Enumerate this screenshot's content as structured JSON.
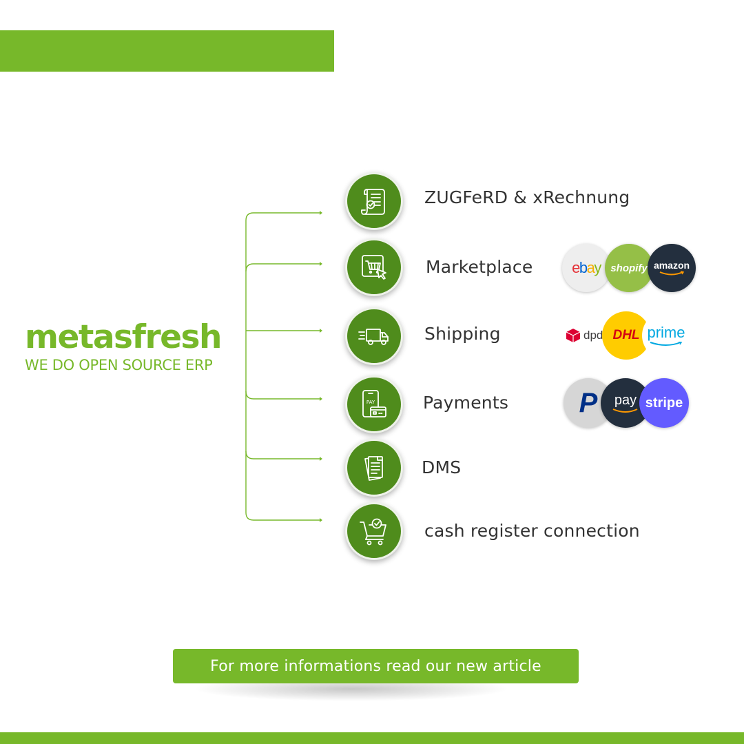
{
  "brand": {
    "name": "metasfresh",
    "tagline": "WE DO OPEN SOURCE ERP"
  },
  "features": [
    {
      "label": "ZUGFeRD & xRechnung",
      "icon": "invoice-scroll-icon"
    },
    {
      "label": "Marketplace",
      "icon": "shopping-cart-cursor-icon"
    },
    {
      "label": "Shipping",
      "icon": "delivery-truck-icon"
    },
    {
      "label": "Payments",
      "icon": "phone-payment-card-icon"
    },
    {
      "label": "DMS",
      "icon": "documents-icon"
    },
    {
      "label": "cash register connection",
      "icon": "cart-check-icon"
    }
  ],
  "marketplace_logos": {
    "ebay": "ebay",
    "shopify": "shopify",
    "amazon": "amazon"
  },
  "shipping_logos": {
    "dpd": "dpd",
    "dhl": "DHL",
    "prime": "prime"
  },
  "payment_logos": {
    "paypal": "P",
    "amazonpay": "pay",
    "stripe": "stripe"
  },
  "cta": {
    "label": "For more informations read our new article"
  },
  "colors": {
    "brand_green": "#77b82a",
    "icon_green": "#4f8c1c"
  }
}
